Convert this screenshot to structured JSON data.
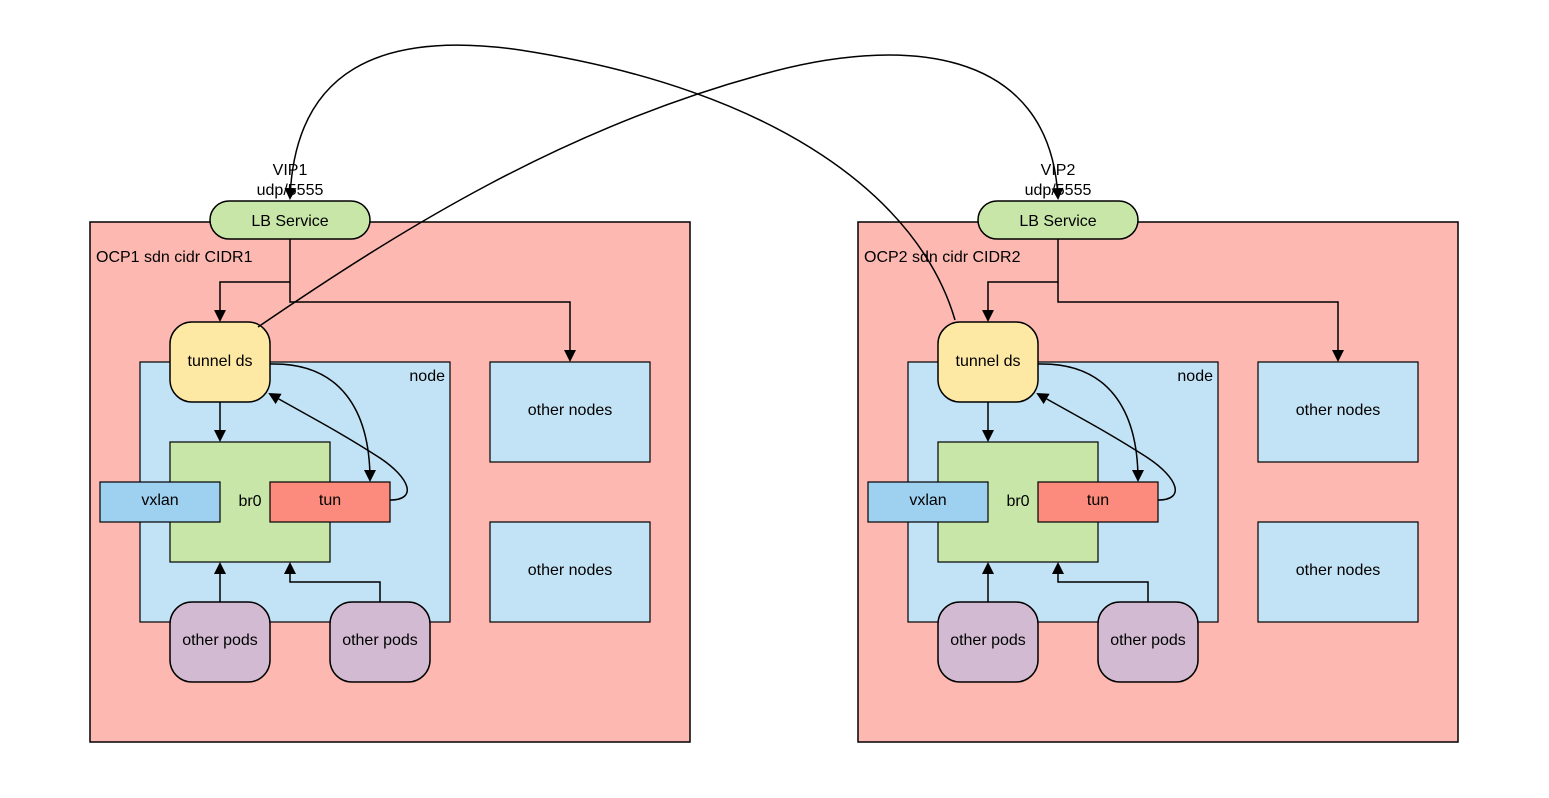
{
  "clusters": [
    {
      "title": "OCP1 sdn cidr CIDR1",
      "vip": "VIP1",
      "vip_port": "udp/5555",
      "lb_label": "LB Service",
      "tunnel_label": "tunnel ds",
      "node_label": "node",
      "br0_label": "br0",
      "vxlan_label": "vxlan",
      "tun_label": "tun",
      "pods": [
        "other pods",
        "other pods"
      ],
      "other_nodes": [
        "other nodes",
        "other nodes"
      ]
    },
    {
      "title": "OCP2 sdn cidr CIDR2",
      "vip": "VIP2",
      "vip_port": "udp/5555",
      "lb_label": "LB Service",
      "tunnel_label": "tunnel ds",
      "node_label": "node",
      "br0_label": "br0",
      "vxlan_label": "vxlan",
      "tun_label": "tun",
      "pods": [
        "other pods",
        "other pods"
      ],
      "other_nodes": [
        "other nodes",
        "other nodes"
      ]
    }
  ],
  "colors": {
    "cluster_bg": "#fdb9b1",
    "node_bg": "#c2e3f5",
    "br0_bg": "#c7e6a8",
    "vxlan_bg": "#9ed1f0",
    "tun_bg": "#fc8b7e",
    "tunnel_bg": "#fde8a4",
    "pod_bg": "#d2bbd2",
    "lb_bg": "#c7e6a8"
  }
}
